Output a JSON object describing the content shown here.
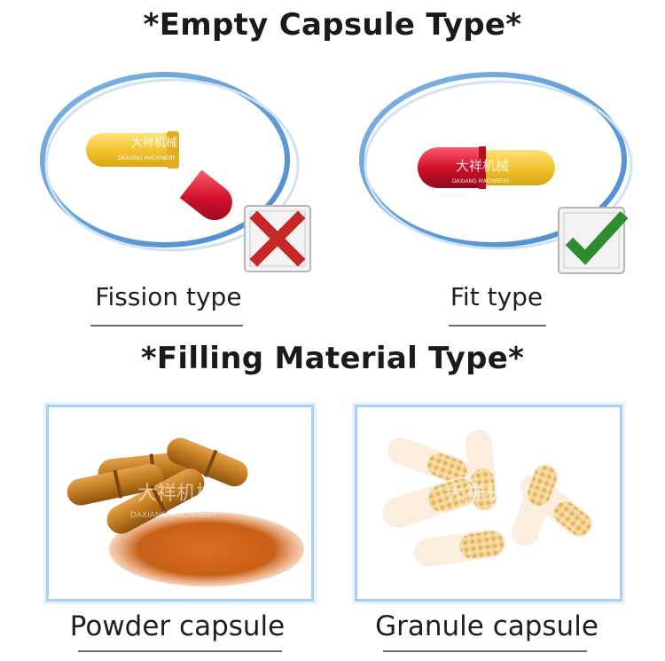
{
  "headings": {
    "empty_capsule": "*Empty Capsule Type*",
    "filling_material": "*Filling Material Type*"
  },
  "capsule_types": [
    {
      "label": "Fission type",
      "status": "incorrect",
      "status_icon": "cross-icon",
      "status_color": "#c62828"
    },
    {
      "label": "Fit type",
      "status": "correct",
      "status_icon": "check-icon",
      "status_color": "#2e8b2e"
    }
  ],
  "filling_types": [
    {
      "label": "Powder capsule"
    },
    {
      "label": "Granule capsule"
    }
  ],
  "watermark": {
    "chinese": "大祥机械",
    "english": "DAXIANG MACHINERY"
  },
  "colors": {
    "ring_blue": "#5b9bd5",
    "frame_blue": "#a9d0f0",
    "capsule_yellow": "#f4c430",
    "capsule_red": "#d0102a"
  }
}
